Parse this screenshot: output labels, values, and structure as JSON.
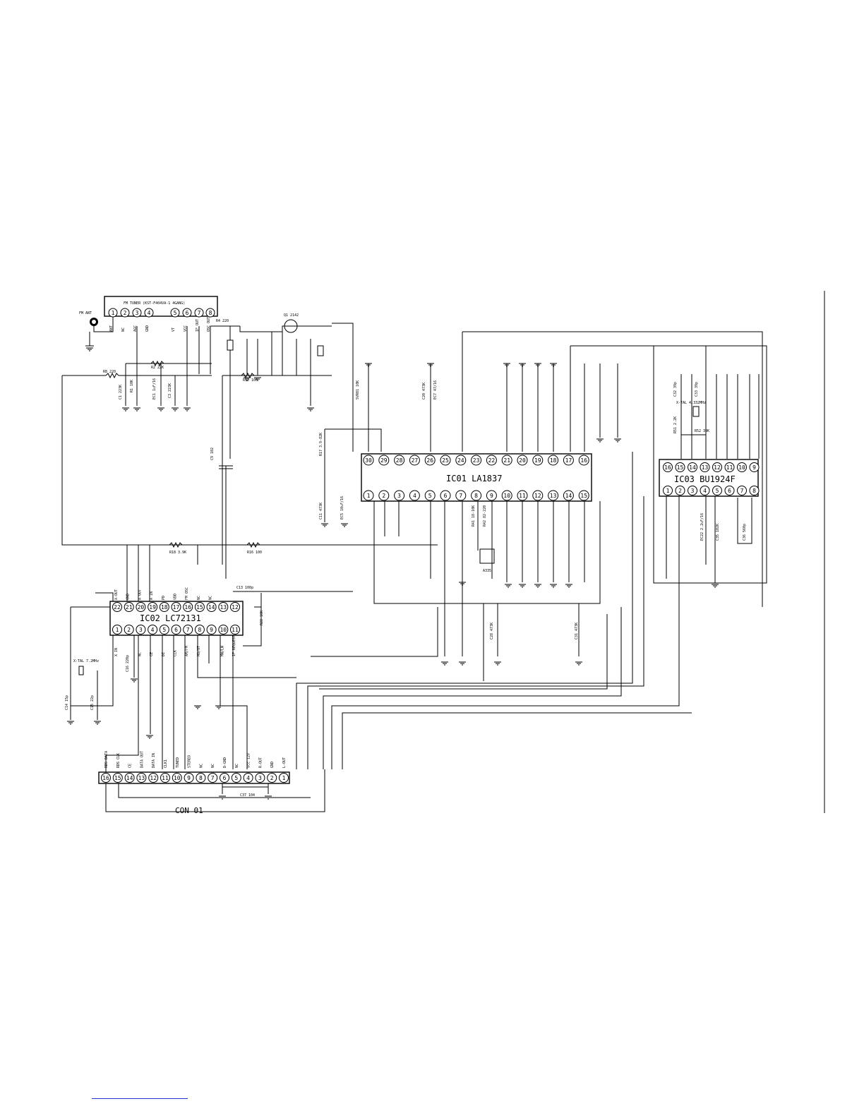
{
  "antenna": {
    "label": "FM ANT"
  },
  "tuner": {
    "title": "FM TUNER (KST-F404VA-1 4GANG)",
    "pins": [
      "1",
      "2",
      "3",
      "4",
      "5",
      "6",
      "7",
      "8"
    ],
    "pin_labels": [
      "ANT",
      "NC",
      "AGC",
      "GND",
      "VT",
      "VCC",
      "IF OUT",
      "OSC OUT"
    ]
  },
  "transistor": {
    "label": "Q1 2142"
  },
  "ic01": {
    "name": "IC01 LA1837",
    "top_pins": [
      "30",
      "29",
      "28",
      "27",
      "26",
      "25",
      "24",
      "23",
      "22",
      "21",
      "20",
      "19",
      "18",
      "17",
      "16"
    ],
    "bottom_pins": [
      "1",
      "2",
      "3",
      "4",
      "5",
      "6",
      "7",
      "8",
      "9",
      "10",
      "11",
      "12",
      "13",
      "14",
      "15"
    ]
  },
  "ic02": {
    "name": "IC02 LC72131",
    "top_pins": [
      "22",
      "21",
      "20",
      "19",
      "18",
      "17",
      "16",
      "15",
      "14",
      "13",
      "12"
    ],
    "bottom_pins": [
      "1",
      "2",
      "3",
      "4",
      "5",
      "6",
      "7",
      "8",
      "9",
      "10",
      "11"
    ],
    "top_labels": [
      "X-OUT",
      "GND",
      "A OUT",
      "A IN",
      "PD",
      "VDD",
      "FM OSC",
      "NC",
      "NC",
      "",
      ""
    ],
    "bottom_labels": [
      "X IN",
      "",
      "NC",
      "CE",
      "DI",
      "CLK",
      "AM/FM",
      "MO/ST",
      "",
      "MW/LW",
      "IF REQUEST"
    ]
  },
  "ic03": {
    "name": "IC03 BU1924F",
    "top_pins": [
      "16",
      "15",
      "14",
      "13",
      "12",
      "11",
      "10",
      "9"
    ],
    "bottom_pins": [
      "1",
      "2",
      "3",
      "4",
      "5",
      "6",
      "7",
      "8"
    ]
  },
  "connector": {
    "name": "CON 01",
    "pins": [
      "16",
      "15",
      "14",
      "13",
      "12",
      "11",
      "10",
      "9",
      "8",
      "7",
      "6",
      "5",
      "4",
      "3",
      "2",
      "1"
    ],
    "pin_labels": [
      "RDS DATA",
      "RDS CLK",
      "CE",
      "DATA OUT",
      "DATA IN",
      "CLK1",
      "TUNED",
      "STEREO",
      "NC",
      "NC",
      "D-GND",
      "NC",
      "Vcc 12V",
      "R-OUT",
      "GND",
      "L-OUT"
    ],
    "cap_label": "C37 104"
  },
  "parts": {
    "r8": "R8 220",
    "r2": "R2 22K",
    "r1": "R1 10K",
    "c1": "C1 223K",
    "c3": "C3 223K",
    "ec1": "EC1 1uF/16",
    "r4": "R4 220",
    "r12": "R12 100",
    "r18": "R18 3.9K",
    "r16": "R16 100",
    "c9": "C9 102",
    "c13": "C13 100p",
    "r28": "R28 10K",
    "c14": "C14 15p",
    "c15": "C15 22p",
    "xtal1": "X-TAL 7.2MHz",
    "c16": "C16 220p",
    "xtal2": "X-TAL 4.332MHz",
    "c32": "C32 39p",
    "c33": "C33 39p",
    "r51": "R51 2.2K",
    "r52": "R52 39K",
    "c36": "C36 560p",
    "r17": "R17 3.9-82K",
    "c11": "C11 473K",
    "ec5": "EC5 10uF/16",
    "vr1": "SVR01 10K",
    "c20": "C20 473K",
    "ec7": "EC7 47/16",
    "a335": "A335",
    "r42": "R42 82-220",
    "r41": "R41 18-10K",
    "c31": "C31 473K",
    "c28": "C28 473K",
    "c35": "C35 102K",
    "ec22": "EC22 2.2uF/16"
  }
}
